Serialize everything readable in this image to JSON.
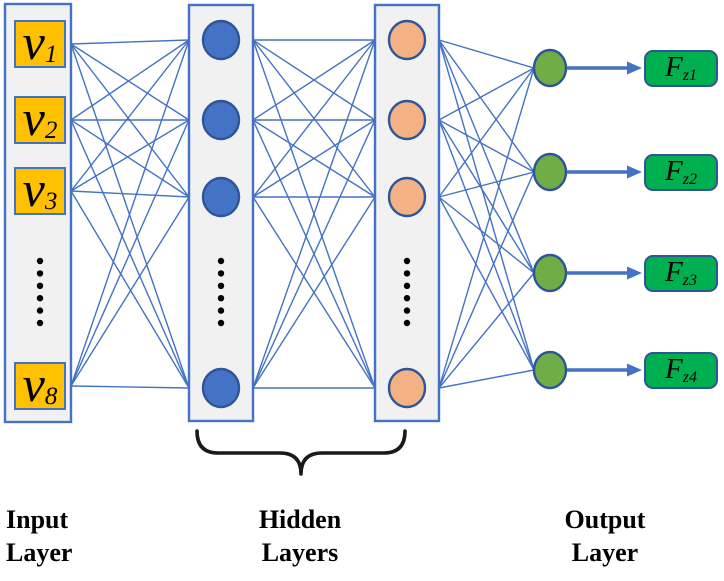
{
  "figure": {
    "kind": "feedforward-neural-network-diagram"
  },
  "colors": {
    "line": "#4472C4",
    "column_fill": "#F1F1F2",
    "column_border": "#4472C4",
    "input_node_fill": "#FFC000",
    "input_node_border": "#4472C4",
    "hidden1_node_fill": "#4472C4",
    "hidden2_node_fill": "#F4B183",
    "output_node_fill": "#70AD47",
    "node_border": "#2E5597",
    "output_box_fill": "#00B050",
    "output_box_border": "#2F5597",
    "dots": "#000000",
    "text": "#000000",
    "brace": "#1A1A1A"
  },
  "input_layer": {
    "caption": "Input\nLayer",
    "nodes": [
      {
        "base": "v",
        "sub": "1"
      },
      {
        "base": "v",
        "sub": "2"
      },
      {
        "base": "v",
        "sub": "3"
      },
      {
        "base": "v",
        "sub": "8"
      }
    ],
    "has_ellipsis": true
  },
  "hidden_layers": {
    "caption": "Hidden\nLayers",
    "columns": 2,
    "visible_nodes_per_column": 4,
    "has_ellipsis": true
  },
  "output_layer": {
    "caption": "Output\nLayer",
    "visible_nodes": 4,
    "boxes": [
      {
        "base": "F",
        "sub": "z1"
      },
      {
        "base": "F",
        "sub": "z2"
      },
      {
        "base": "F",
        "sub": "z3"
      },
      {
        "base": "F",
        "sub": "z4"
      }
    ]
  }
}
